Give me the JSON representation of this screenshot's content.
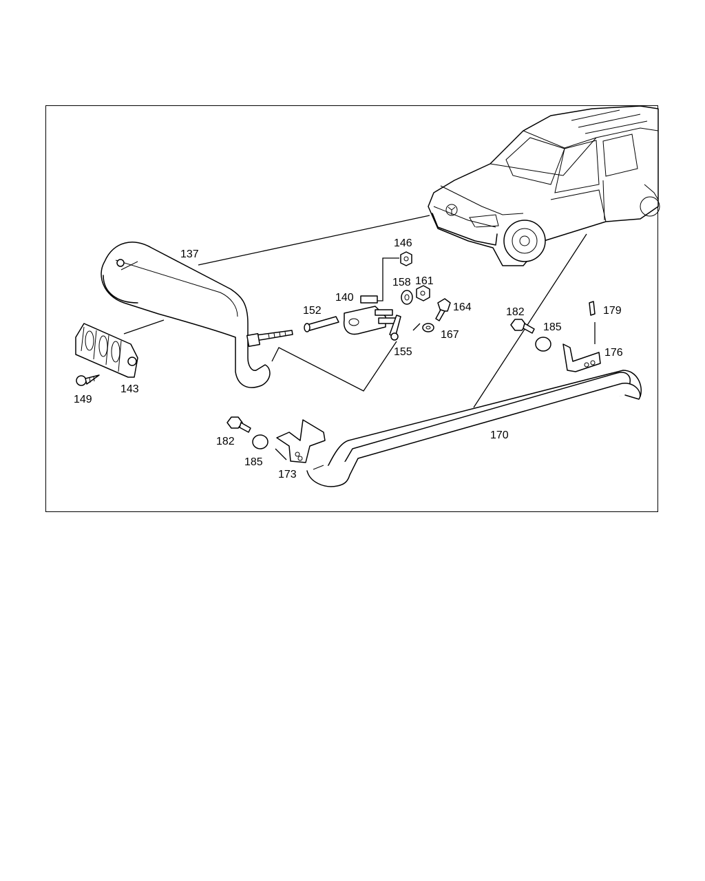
{
  "callouts": {
    "c137": "137",
    "c140": "140",
    "c143": "143",
    "c146": "146",
    "c149": "149",
    "c152": "152",
    "c155": "155",
    "c158": "158",
    "c161": "161",
    "c164": "164",
    "c167": "167",
    "c170": "170",
    "c173": "173",
    "c176": "176",
    "c179": "179",
    "c182_right": "182",
    "c185_right": "185",
    "c182_left": "182",
    "c185_left": "185"
  },
  "colors": {
    "ink": "#000000",
    "paper": "#ffffff"
  }
}
